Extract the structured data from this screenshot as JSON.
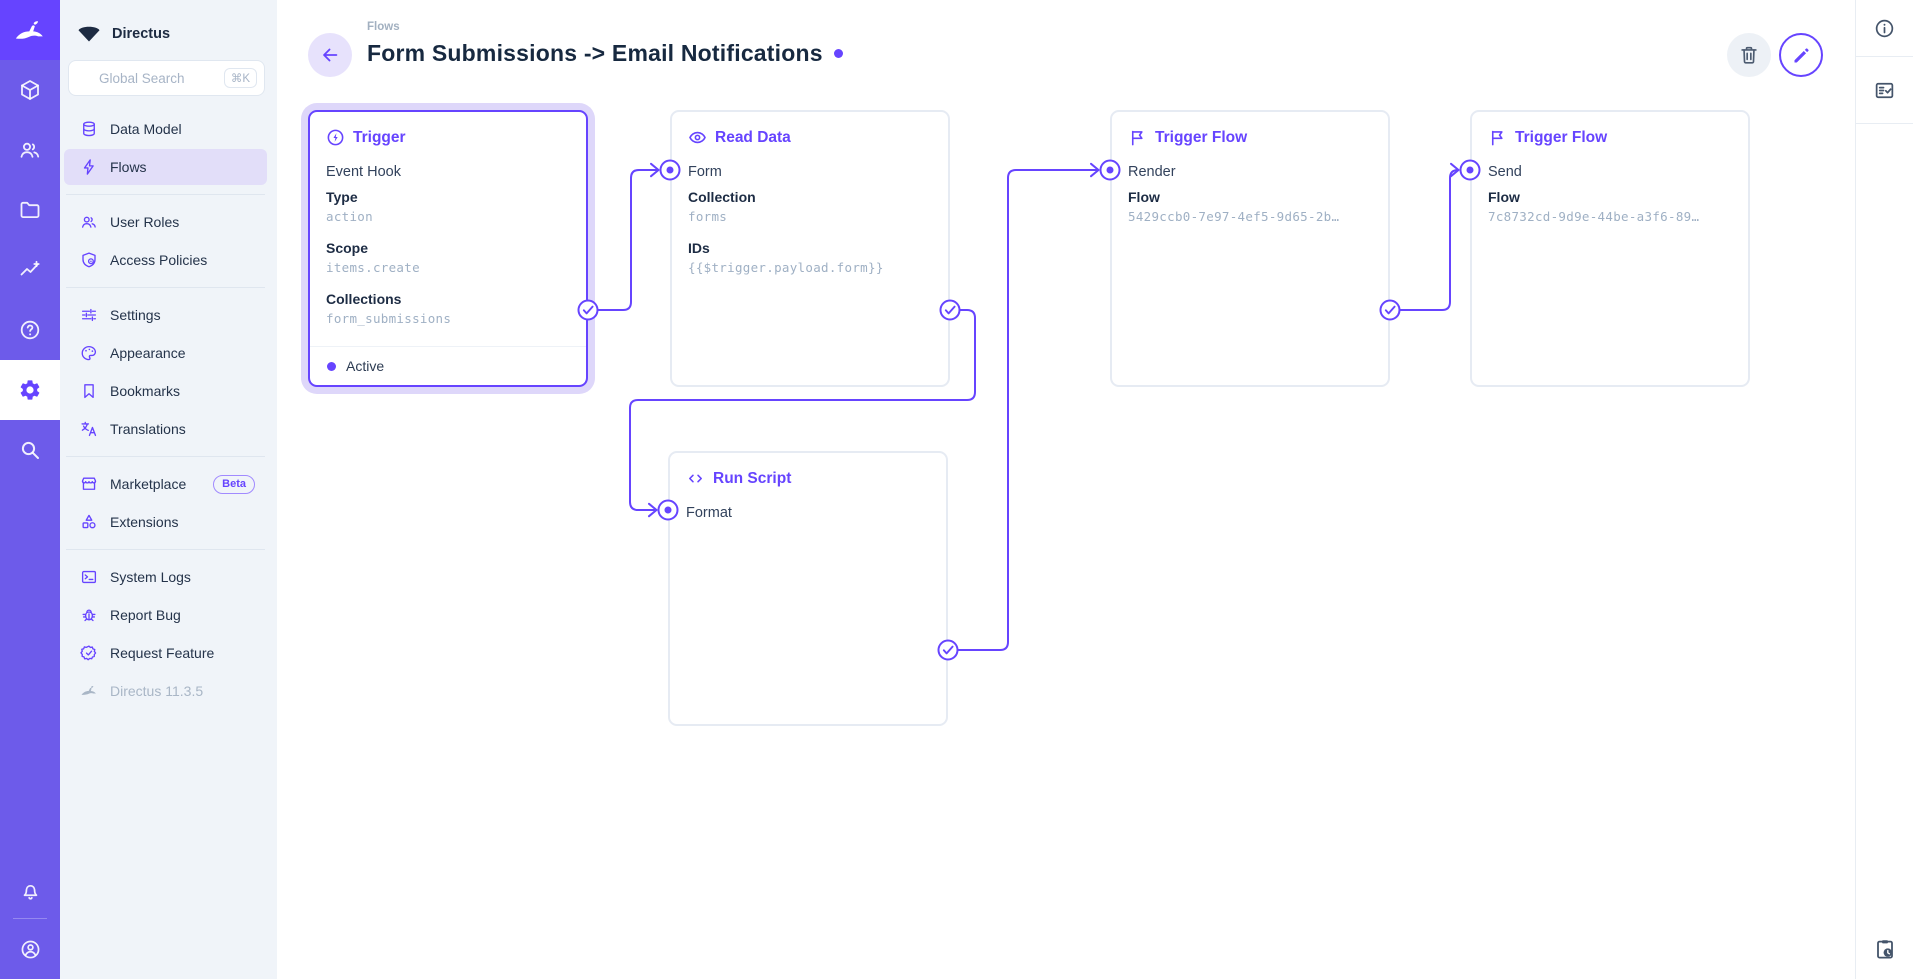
{
  "colors": {
    "accent": "#6644ff",
    "module_bar": "#6d5bea",
    "logo_cell": "#6644ff",
    "nav_background": "#f0f4f9",
    "nav_active_background": "#e2def9",
    "panel_border": "#e6ebf3",
    "selected_halo": "#ded7fa",
    "title_text": "#172940",
    "subdued_text": "#a2b0c0",
    "mono_value_text": "#9fb0c4"
  },
  "module_bar": {
    "icons": [
      "directus-rabbit-logo",
      "box",
      "users",
      "folder",
      "insights",
      "help",
      "settings-gear",
      "search"
    ],
    "active_icon": "settings-gear",
    "bottom_icons": [
      "notifications-bell",
      "account-circle"
    ]
  },
  "sidebar": {
    "project": {
      "name": "Directus",
      "icon": "project-fan-icon"
    },
    "search": {
      "placeholder": "Global Search",
      "shortcut": "⌘K"
    },
    "items": [
      {
        "label": "Data Model",
        "icon": "database-icon"
      },
      {
        "label": "Flows",
        "icon": "bolt-icon",
        "active": true
      },
      {
        "label": "User Roles",
        "icon": "users-icon"
      },
      {
        "label": "Access Policies",
        "icon": "shield-lock-icon"
      },
      {
        "label": "Settings",
        "icon": "tune-icon"
      },
      {
        "label": "Appearance",
        "icon": "palette-icon"
      },
      {
        "label": "Bookmarks",
        "icon": "bookmark-icon"
      },
      {
        "label": "Translations",
        "icon": "translate-icon"
      },
      {
        "label": "Marketplace",
        "icon": "storefront-icon",
        "badge": "Beta"
      },
      {
        "label": "Extensions",
        "icon": "shapes-icon"
      },
      {
        "label": "System Logs",
        "icon": "terminal-icon"
      },
      {
        "label": "Report Bug",
        "icon": "bug-icon"
      },
      {
        "label": "Request Feature",
        "icon": "badge-check-icon"
      }
    ],
    "version": "Directus 11.3.5"
  },
  "header": {
    "breadcrumb": "Flows",
    "title": "Form Submissions -> Email Notifications",
    "status_dot": "active"
  },
  "panels": {
    "trigger": {
      "title": "Trigger",
      "icon": "bolt-circle-icon",
      "name": "Event Hook",
      "fields": [
        {
          "label": "Type",
          "value": "action"
        },
        {
          "label": "Scope",
          "value": "items.create"
        },
        {
          "label": "Collections",
          "value": "form_submissions"
        }
      ],
      "status": "Active",
      "selected": true
    },
    "read_data": {
      "title": "Read Data",
      "icon": "eye-icon",
      "name": "Form",
      "fields": [
        {
          "label": "Collection",
          "value": "forms"
        },
        {
          "label": "IDs",
          "value": "{{$trigger.payload.form}}"
        }
      ]
    },
    "trigger_flow_render": {
      "title": "Trigger Flow",
      "icon": "flag-icon",
      "name": "Render",
      "fields": [
        {
          "label": "Flow",
          "value": "5429ccb0-7e97-4ef5-9d65-2b…"
        }
      ]
    },
    "trigger_flow_send": {
      "title": "Trigger Flow",
      "icon": "flag-icon",
      "name": "Send",
      "fields": [
        {
          "label": "Flow",
          "value": "7c8732cd-9d9e-44be-a3f6-89…"
        }
      ]
    },
    "run_script": {
      "title": "Run Script",
      "icon": "code-icon",
      "name": "Format"
    }
  },
  "right_bar": {
    "icons": [
      "info",
      "fact-check",
      "clipboard-clock"
    ]
  }
}
